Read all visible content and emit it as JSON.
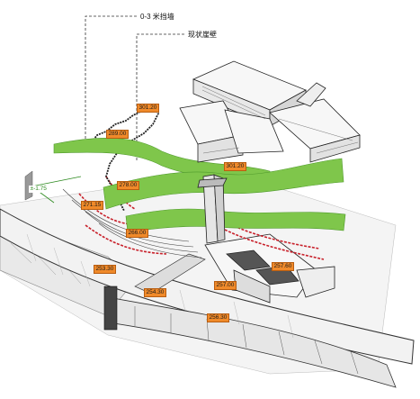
{
  "callouts": {
    "wall_03m": "0-3 米挡墙",
    "existing_cliff": "现状崖壁"
  },
  "elevations": {
    "e301_20": "301.20",
    "e289_00": "289.00",
    "e301_20b": "301.20",
    "e278_00": "278.00",
    "e271_15": "271.15",
    "e266_00": "266.00",
    "e253_30": "253.30",
    "e254_30": "254.30",
    "e257_00": "257.00",
    "e257_60": "257.60",
    "e256_30": "256.30",
    "e_edge": "±-1.75"
  },
  "colors": {
    "green_band": "#7fc64b",
    "green_dark": "#4f9a2c",
    "red_wall": "#c8202a",
    "label_bg": "#f08a2a",
    "line": "#222222",
    "dashed": "#333333"
  }
}
